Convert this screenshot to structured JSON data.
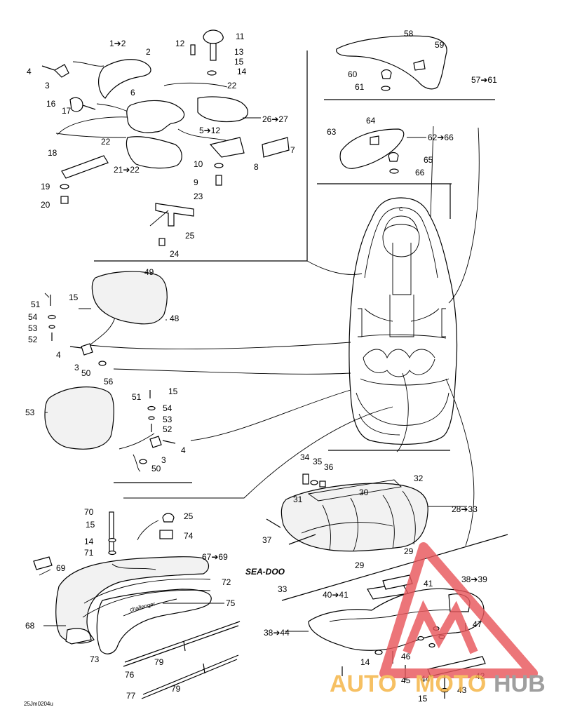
{
  "diagram": {
    "code": "25Jm0204u",
    "labels": [
      {
        "id": "l1",
        "text": "1➔2"
      },
      {
        "id": "l2",
        "text": "2"
      },
      {
        "id": "l3",
        "text": "4"
      },
      {
        "id": "l4",
        "text": "3"
      },
      {
        "id": "l5",
        "text": "6"
      },
      {
        "id": "l6",
        "text": "16"
      },
      {
        "id": "l7",
        "text": "17"
      },
      {
        "id": "l8",
        "text": "12"
      },
      {
        "id": "l9",
        "text": "11"
      },
      {
        "id": "l10",
        "text": "13"
      },
      {
        "id": "l11",
        "text": "15"
      },
      {
        "id": "l12",
        "text": "14"
      },
      {
        "id": "l13",
        "text": "22"
      },
      {
        "id": "l14",
        "text": "26➔27"
      },
      {
        "id": "l15",
        "text": "5➔12"
      },
      {
        "id": "l16",
        "text": "7"
      },
      {
        "id": "l17",
        "text": "8"
      },
      {
        "id": "l18",
        "text": "10"
      },
      {
        "id": "l19",
        "text": "9"
      },
      {
        "id": "l20",
        "text": "18"
      },
      {
        "id": "l21",
        "text": "22"
      },
      {
        "id": "l22",
        "text": "21➔22"
      },
      {
        "id": "l23",
        "text": "19"
      },
      {
        "id": "l24",
        "text": "20"
      },
      {
        "id": "l25",
        "text": "23"
      },
      {
        "id": "l26",
        "text": "25"
      },
      {
        "id": "l27",
        "text": "24"
      },
      {
        "id": "l28",
        "text": "58"
      },
      {
        "id": "l29",
        "text": "59"
      },
      {
        "id": "l30",
        "text": "60"
      },
      {
        "id": "l31",
        "text": "61"
      },
      {
        "id": "l32",
        "text": "57➔61"
      },
      {
        "id": "l33",
        "text": "64"
      },
      {
        "id": "l34",
        "text": "63"
      },
      {
        "id": "l35",
        "text": "62➔66"
      },
      {
        "id": "l36",
        "text": "65"
      },
      {
        "id": "l37",
        "text": "66"
      },
      {
        "id": "l38",
        "text": "49"
      },
      {
        "id": "l39",
        "text": "51"
      },
      {
        "id": "l40",
        "text": "15"
      },
      {
        "id": "l41",
        "text": "54"
      },
      {
        "id": "l42",
        "text": "53"
      },
      {
        "id": "l43",
        "text": "52"
      },
      {
        "id": "l44",
        "text": "48"
      },
      {
        "id": "l45",
        "text": "4"
      },
      {
        "id": "l46",
        "text": "3"
      },
      {
        "id": "l47",
        "text": "50"
      },
      {
        "id": "l48",
        "text": "56"
      },
      {
        "id": "l49",
        "text": "53"
      },
      {
        "id": "l50",
        "text": "51"
      },
      {
        "id": "l51",
        "text": "15"
      },
      {
        "id": "l52",
        "text": "54"
      },
      {
        "id": "l53",
        "text": "53"
      },
      {
        "id": "l54",
        "text": "52"
      },
      {
        "id": "l55",
        "text": "4"
      },
      {
        "id": "l56",
        "text": "3"
      },
      {
        "id": "l57",
        "text": "50"
      },
      {
        "id": "l58",
        "text": "34"
      },
      {
        "id": "l59",
        "text": "35"
      },
      {
        "id": "l60",
        "text": "36"
      },
      {
        "id": "l61",
        "text": "32"
      },
      {
        "id": "l62",
        "text": "30"
      },
      {
        "id": "l63",
        "text": "31"
      },
      {
        "id": "l64",
        "text": "28➔33"
      },
      {
        "id": "l65",
        "text": "37"
      },
      {
        "id": "l66",
        "text": "29"
      },
      {
        "id": "l67",
        "text": "29"
      },
      {
        "id": "l68",
        "text": "33"
      },
      {
        "id": "l69",
        "text": "70"
      },
      {
        "id": "l70",
        "text": "25"
      },
      {
        "id": "l71",
        "text": "15"
      },
      {
        "id": "l72",
        "text": "74"
      },
      {
        "id": "l73",
        "text": "14"
      },
      {
        "id": "l74",
        "text": "71"
      },
      {
        "id": "l75",
        "text": "67➔69"
      },
      {
        "id": "l76",
        "text": "69"
      },
      {
        "id": "l77",
        "text": "72"
      },
      {
        "id": "l78",
        "text": "75"
      },
      {
        "id": "l79",
        "text": "68"
      },
      {
        "id": "l80",
        "text": "73"
      },
      {
        "id": "l81",
        "text": "76"
      },
      {
        "id": "l82",
        "text": "79"
      },
      {
        "id": "l83",
        "text": "79"
      },
      {
        "id": "l84",
        "text": "77"
      },
      {
        "id": "l85",
        "text": "38➔39"
      },
      {
        "id": "l86",
        "text": "41"
      },
      {
        "id": "l87",
        "text": "40➔41"
      },
      {
        "id": "l88",
        "text": "47"
      },
      {
        "id": "l89",
        "text": "38➔44"
      },
      {
        "id": "l90",
        "text": "46"
      },
      {
        "id": "l91",
        "text": "14"
      },
      {
        "id": "l92",
        "text": "44"
      },
      {
        "id": "l93",
        "text": "42"
      },
      {
        "id": "l94",
        "text": "45"
      },
      {
        "id": "l95",
        "text": "43"
      },
      {
        "id": "l96",
        "text": "15"
      }
    ]
  },
  "brand": {
    "sea_doo_logo": "SEA-DOO",
    "model_script": "challenger"
  },
  "watermark": {
    "text_auto": "AUTO",
    "text_moto": "MOTO",
    "text_hub": "HUB",
    "color_red": "#e8575c",
    "color_yellow": "#f5b342",
    "color_gray": "#8a8a8a"
  }
}
